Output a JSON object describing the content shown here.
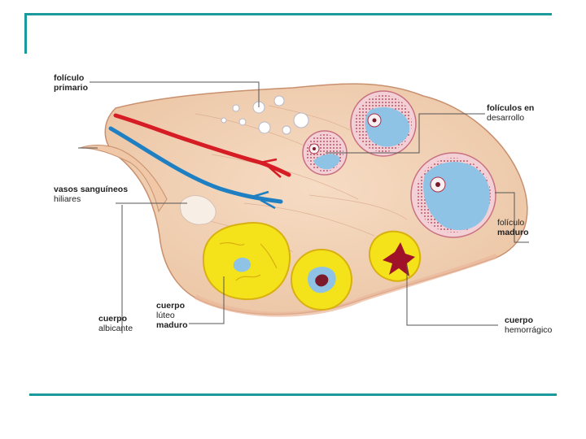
{
  "labels": {
    "foliculo_primario": {
      "l1": "folículo",
      "l2": "primario"
    },
    "foliculos_desarrollo": {
      "l1": "folículos en",
      "l2": "desarrollo"
    },
    "vasos": {
      "l1": "vasos sanguíneos",
      "l2": "hiliares"
    },
    "foliculo_maduro": {
      "l1": "folículo",
      "l2": "maduro"
    },
    "cuerpo_albicante": {
      "l1": "cuerpo",
      "l2": "albicante"
    },
    "cuerpo_luteo": {
      "l1": "cuerpo",
      "l2": "lúteo",
      "l3": "maduro"
    },
    "cuerpo_hemorragico": {
      "l1": "cuerpo",
      "l2": "hemorrágico"
    }
  },
  "colors": {
    "frame": "#1a9a9a",
    "ovary": "#f2d2b6",
    "artery": "#d61c24",
    "vein": "#1e7fc2",
    "follicle_fluid": "#8fc3e6",
    "luteum": "#f4e21a"
  }
}
